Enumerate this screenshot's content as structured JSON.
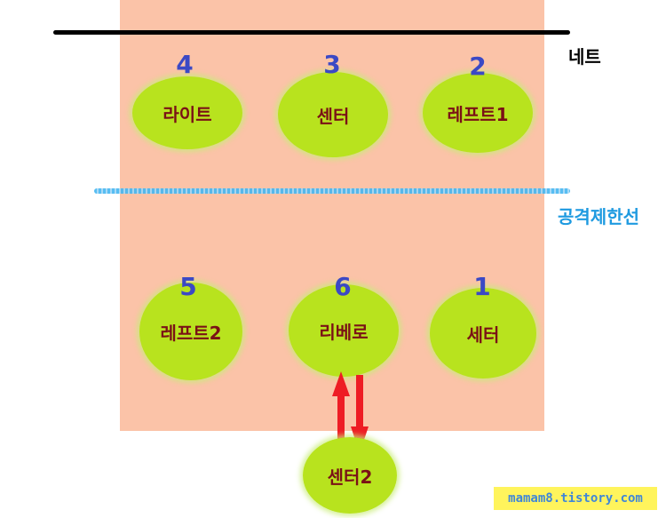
{
  "net": {
    "label": "네트"
  },
  "attack_line": {
    "label": "공격제한선"
  },
  "front_row": [
    {
      "number": "4",
      "label": "라이트"
    },
    {
      "number": "3",
      "label": "센터"
    },
    {
      "number": "2",
      "label": "레프트1"
    }
  ],
  "back_row": [
    {
      "number": "5",
      "label": "레프트2"
    },
    {
      "number": "6",
      "label": "리베로"
    },
    {
      "number": "1",
      "label": "세터"
    }
  ],
  "substitute": {
    "label": "센터2"
  },
  "watermark": {
    "text": "mamam8.tistory.com"
  },
  "colors": {
    "court": "#fbc3a8",
    "player": "#b8e31e",
    "label": "#7a1116",
    "number": "#3b49c5",
    "attack_line": "#45b6f0",
    "arrow": "#ee1c24",
    "watermark_bg": "#fff45c",
    "watermark_text": "#3f86d8"
  }
}
